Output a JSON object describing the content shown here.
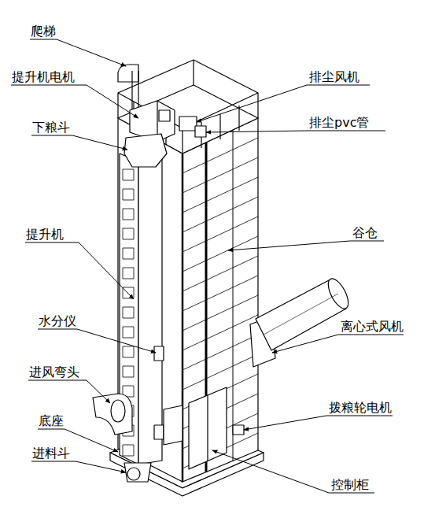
{
  "diagram": {
    "labels": [
      "爬梯",
      "提升机电机",
      "下粮斗",
      "提升机",
      "水分仪",
      "进风弯头",
      "底座",
      "进料斗",
      "排尘风机",
      "排尘pvc管",
      "谷仓",
      "离心式风机",
      "拨粮轮电机",
      "控制柜"
    ]
  }
}
